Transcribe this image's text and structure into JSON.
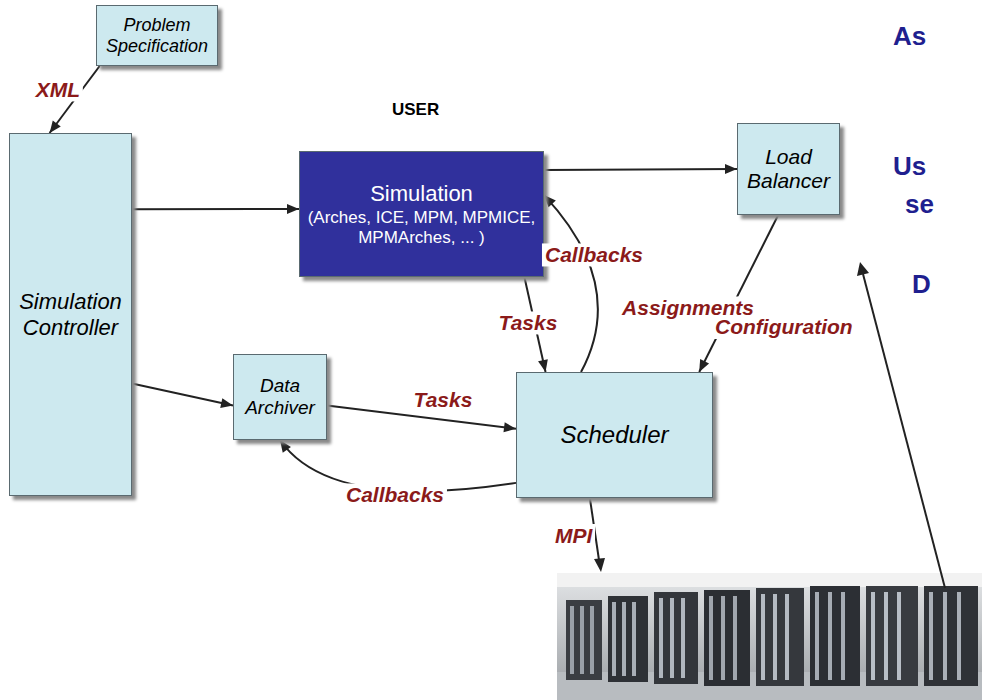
{
  "diagram": {
    "nodes": [
      {
        "text": [
          "Problem Specification"
        ]
      },
      {
        "text": [
          "Simulation Controller"
        ]
      },
      {
        "text": [
          "Simulation",
          "(Arches, ICE, MPM, MPMICE, MPMArches, ... )"
        ]
      },
      {
        "text": [
          "Load Balancer"
        ]
      },
      {
        "text": [
          "Data Archiver"
        ]
      },
      {
        "text": [
          "Scheduler"
        ]
      }
    ],
    "edges": [
      {
        "from": 0,
        "to": 1,
        "label": "XML",
        "arrow": "to"
      },
      {
        "from": 1,
        "to": 2,
        "arrow": "to"
      },
      {
        "from": 1,
        "to": 4,
        "arrow": "to"
      },
      {
        "from": 2,
        "to": 5,
        "label": "Tasks",
        "arrow": "to"
      },
      {
        "from": 5,
        "to": 2,
        "label": "Callbacks",
        "arrow": "to"
      },
      {
        "from": 4,
        "to": 5,
        "label": "Tasks",
        "arrow": "to"
      },
      {
        "from": 5,
        "to": 4,
        "label": "Callbacks",
        "arrow": "to"
      },
      {
        "from": 3,
        "to": 5,
        "label": "Assignments",
        "arrow": "to"
      },
      {
        "from": 2,
        "to": 3,
        "arrow": "to"
      }
    ],
    "labels": [
      "USER",
      "MPI",
      "Configuration",
      "As",
      "Us",
      "se",
      "D"
    ]
  }
}
